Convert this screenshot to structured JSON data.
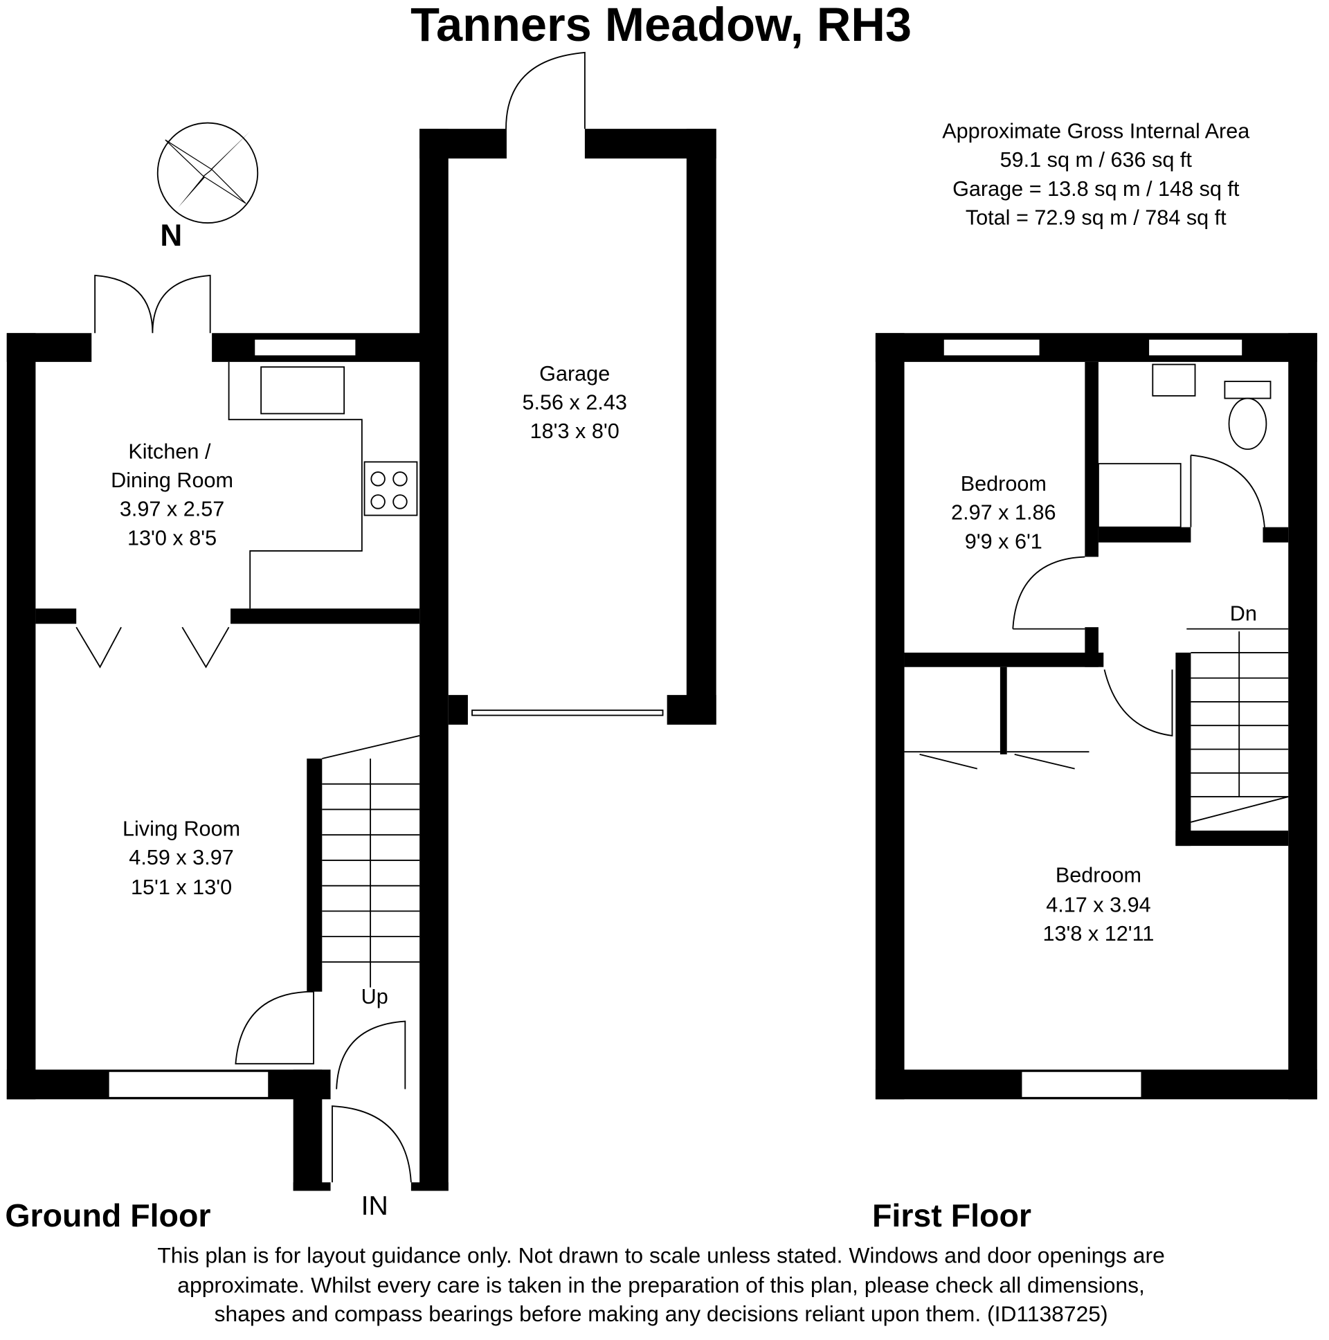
{
  "title": "Tanners Meadow, RH3",
  "area": {
    "heading": "Approximate Gross Internal Area",
    "main": "59.1 sq m / 636 sq ft",
    "garage": "Garage = 13.8 sq m / 148 sq ft",
    "total": "Total = 72.9 sq m / 784 sq ft"
  },
  "compass": {
    "label": "N"
  },
  "ground_floor": {
    "label": "Ground Floor",
    "rooms": [
      {
        "name": "Kitchen /",
        "name2": "Dining Room",
        "metric": "3.97 x 2.57",
        "imperial": "13'0 x 8'5"
      },
      {
        "name": "Living Room",
        "metric": "4.59 x 3.97",
        "imperial": "15'1 x 13'0"
      },
      {
        "name": "Garage",
        "metric": "5.56 x 2.43",
        "imperial": "18'3 x 8'0"
      }
    ],
    "stairs_label": "Up",
    "entrance_label": "IN"
  },
  "first_floor": {
    "label": "First Floor",
    "rooms": [
      {
        "name": "Bedroom",
        "metric": "2.97 x 1.86",
        "imperial": "9'9 x 6'1"
      },
      {
        "name": "Bedroom",
        "metric": "4.17 x 3.94",
        "imperial": "13'8 x 12'11"
      }
    ],
    "stairs_label": "Dn"
  },
  "disclaimer": [
    "This plan is for layout guidance only. Not drawn to scale unless stated. Windows and door openings are",
    "approximate. Whilst every care is taken in the preparation of this plan, please check all dimensions,",
    "shapes and compass bearings before making any decisions reliant upon them. (ID1138725)"
  ]
}
